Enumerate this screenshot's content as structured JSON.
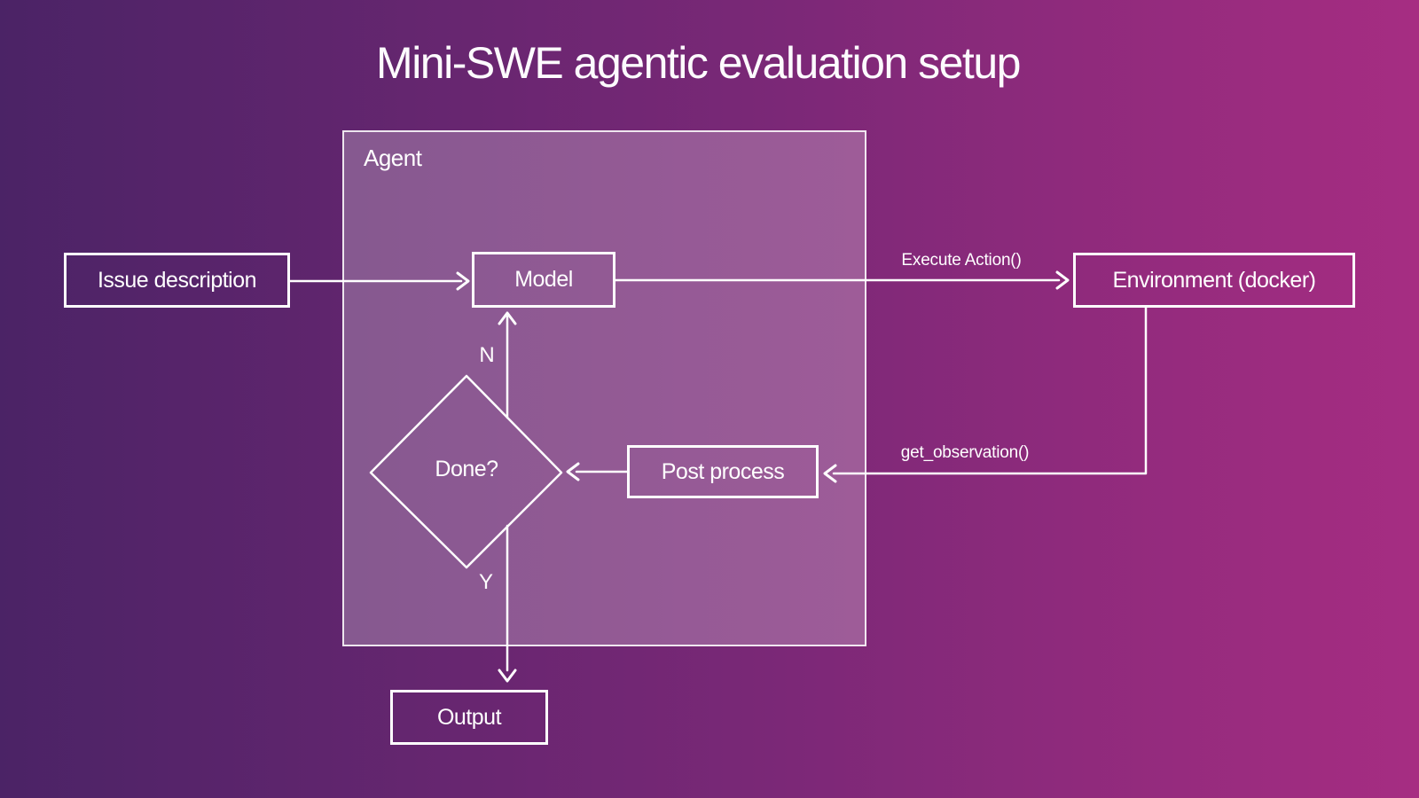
{
  "title": "Mini-SWE agentic evaluation setup",
  "diagram": {
    "type": "flowchart",
    "colors": {
      "background_left": "#4b2366",
      "background_right": "#a62d82",
      "stroke": "#ffffff",
      "agent_fill": "rgba(255,255,255,0.24)",
      "text": "#ffffff"
    },
    "container": {
      "label": "Agent"
    },
    "nodes": {
      "issue": {
        "label": "Issue description",
        "shape": "rect"
      },
      "model": {
        "label": "Model",
        "shape": "rect"
      },
      "environment": {
        "label": "Environment (docker)",
        "shape": "rect"
      },
      "post": {
        "label": "Post process",
        "shape": "rect"
      },
      "done": {
        "label": "Done?",
        "shape": "diamond"
      },
      "output": {
        "label": "Output",
        "shape": "rect"
      }
    },
    "edges": {
      "issue_to_model": {
        "from": "issue",
        "to": "model",
        "label": ""
      },
      "model_to_environment": {
        "from": "model",
        "to": "environment",
        "label": "Execute Action()"
      },
      "environment_to_post": {
        "from": "environment",
        "to": "post",
        "label": "get_observation()"
      },
      "post_to_done": {
        "from": "post",
        "to": "done",
        "label": ""
      },
      "done_to_model": {
        "from": "done",
        "to": "model",
        "label": "N"
      },
      "done_to_output": {
        "from": "done",
        "to": "output",
        "label": "Y"
      }
    }
  }
}
